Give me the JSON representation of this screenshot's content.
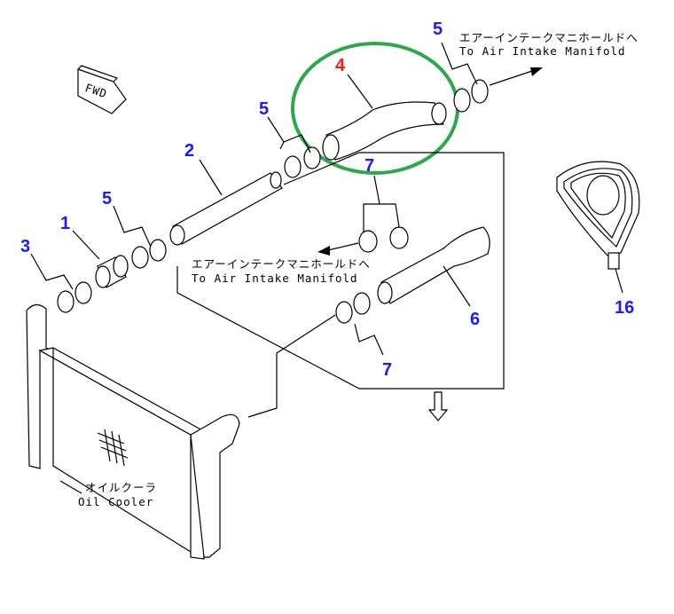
{
  "colors": {
    "callout": "#1a1aff",
    "highlight_callout": "#ff1a1a",
    "highlight_ring": "#2aa84a",
    "line": "#000000"
  },
  "labels": {
    "fwd": "FWD",
    "part_5_top": "5",
    "part_4": "4",
    "part_5_mid": "5",
    "part_2": "2",
    "part_7_top": "7",
    "part_5_left": "5",
    "part_1": "1",
    "part_3": "3",
    "part_6": "6",
    "part_7_bottom": "7",
    "part_16": "16"
  },
  "notes": {
    "top_jp": "エアーインテークマニホールドへ",
    "top_en": "To Air Intake Manifold",
    "mid_jp": "エアーインテークマニホールドへ",
    "mid_en": "To Air Intake Manifold",
    "cooler_jp": "オイルクーラ",
    "cooler_en": "Oil Cooler"
  }
}
